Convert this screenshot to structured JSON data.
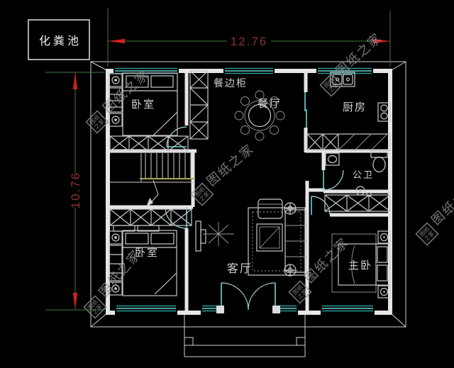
{
  "annotations": {
    "septic_tank": "化粪池"
  },
  "dimensions": {
    "width": "12.76",
    "height": "10.76"
  },
  "rooms": {
    "bedroom_top": "卧室",
    "sideboard": "餐边柜",
    "dining": "餐厅",
    "kitchen": "厨房",
    "bathroom": "公卫",
    "bedroom_bottom": "卧室",
    "living": "客厅",
    "master_bedroom": "主卧"
  },
  "watermark": {
    "text": "图纸之家",
    "logo_line1": "图纸",
    "logo_line2": "之家"
  },
  "colors": {
    "background": "#000000",
    "wall": "#e6e6e6",
    "furniture": "#c9c9c9",
    "furniture_dim": "#9a9a9a",
    "window": "#2d9b9b",
    "window_bright": "#6fd3d3",
    "door_arc": "#a5dcdc",
    "dimension_line": "#3f7a3f",
    "dimension_text": "#8e3434",
    "dimension_arrow": "#cf1f1f",
    "stair_rail": "#aaa855",
    "watermark": "#8c8c8c",
    "label_text": "#dcdcdc"
  }
}
